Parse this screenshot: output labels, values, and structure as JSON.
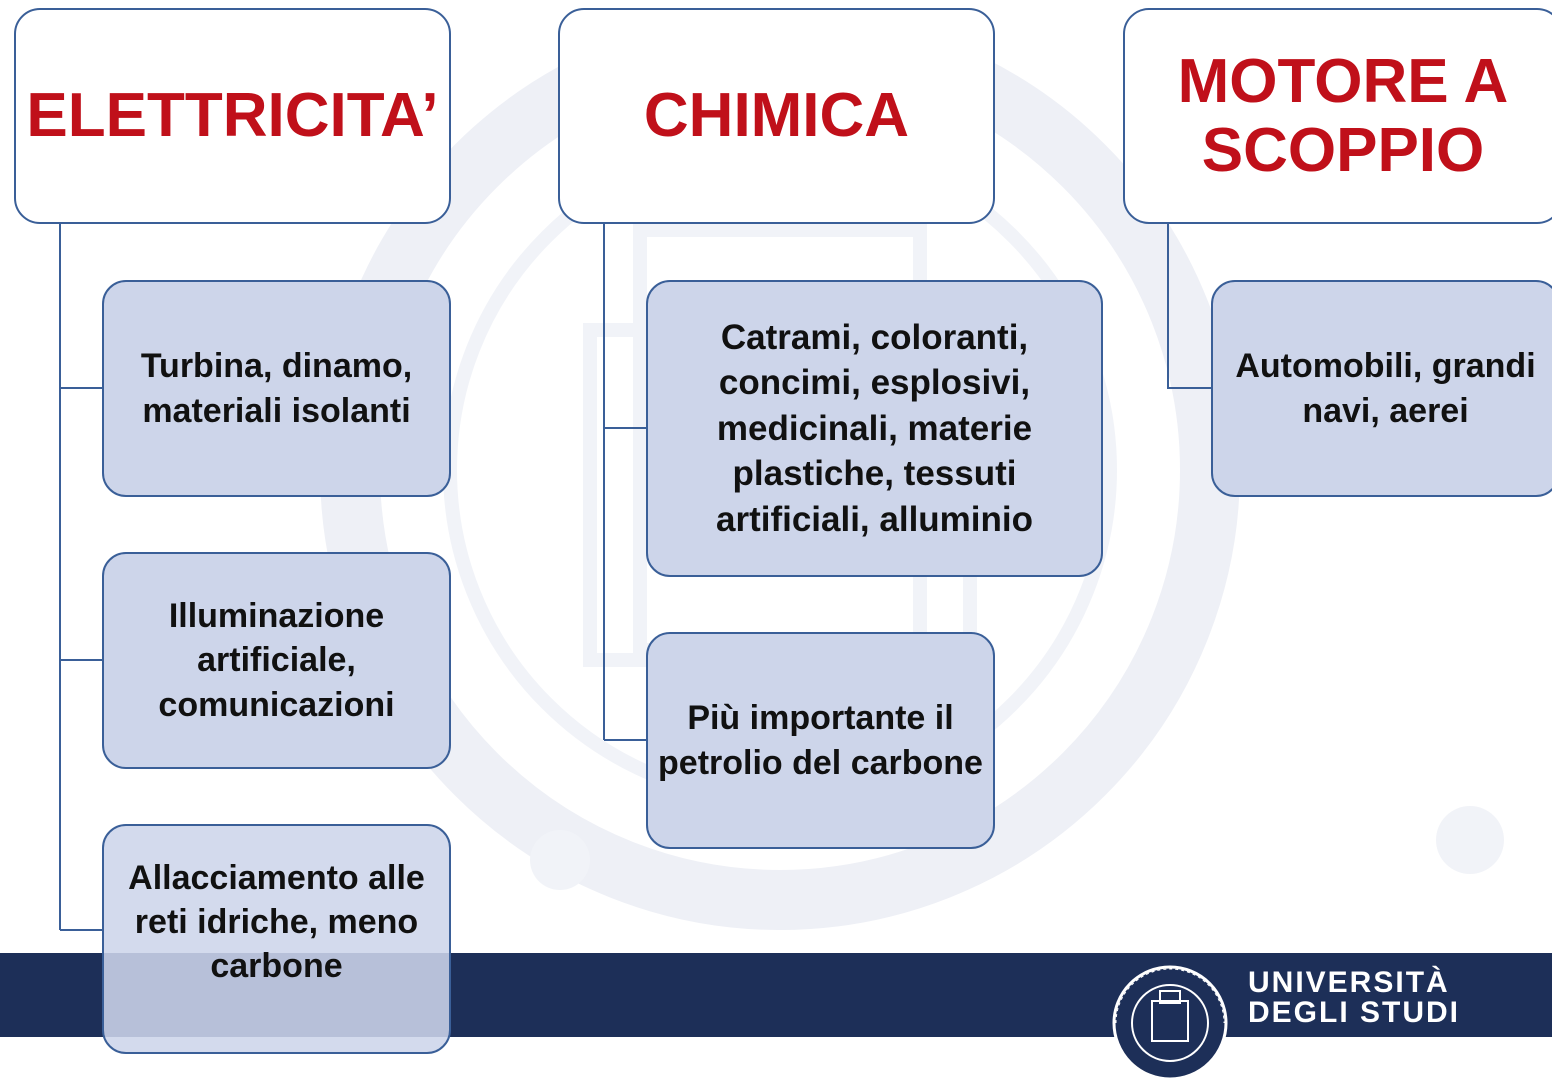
{
  "columns": [
    {
      "title": "ELETTRICITA’",
      "items": [
        "Turbina, dinamo, materiali isolanti",
        "Illuminazione artificiale, comunicazioni",
        "Allacciamento alle reti idriche, meno carbone"
      ]
    },
    {
      "title": "CHIMICA",
      "items": [
        "Catrami, coloranti, concimi, esplosivi, medicinali, materie plastiche, tessuti artificiali, alluminio",
        "Più importante il petrolio del carbone"
      ]
    },
    {
      "title": "MOTORE A SCOPPIO",
      "items": [
        "Automobili, grandi navi, aerei"
      ]
    }
  ],
  "footer": {
    "university_line1": "UNIVERSITÀ",
    "university_line2": "DEGLI STUDI"
  },
  "colors": {
    "header_text": "#c0101a",
    "box_border": "#3a5f98",
    "child_fill": "#cdd5ea",
    "footer_bg": "#1d2f58"
  }
}
